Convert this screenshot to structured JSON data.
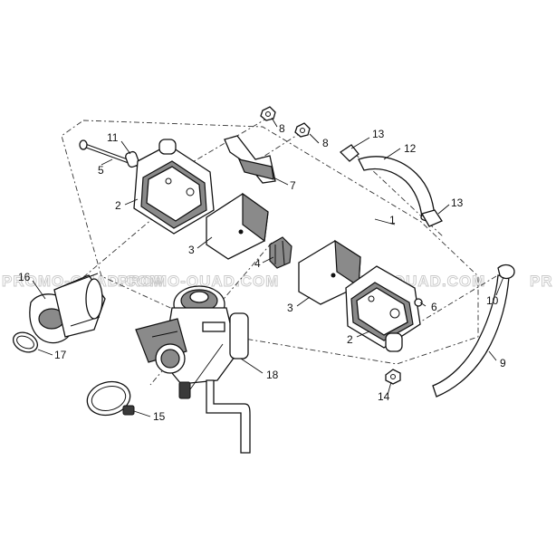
{
  "watermark": {
    "text_1": "PROMO-QUAD.COM",
    "text_2": "PROMO-QUAD.COM",
    "text_3": "PROMO-QUAD.COM",
    "text_4": "PR"
  },
  "callouts": {
    "c1": "1",
    "c2a": "2",
    "c2b": "2",
    "c3a": "3",
    "c3b": "3",
    "c4": "4",
    "c5": "5",
    "c6": "6",
    "c7": "7",
    "c8a": "8",
    "c8b": "8",
    "c9": "9",
    "c10": "10",
    "c11": "11",
    "c12": "12",
    "c13a": "13",
    "c13b": "13",
    "c14": "14",
    "c15": "15",
    "c16": "16",
    "c17": "17",
    "c18": "18"
  }
}
